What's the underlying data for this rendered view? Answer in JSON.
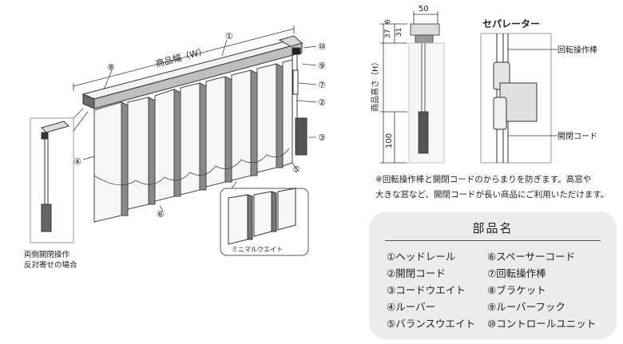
{
  "main_diagram": {
    "width_label": "商品幅（W）",
    "callouts": [
      "①",
      "④",
      "⑤",
      "⑥",
      "⑧",
      "⑨",
      "⑦",
      "②",
      "③",
      "⑩"
    ],
    "inset_label": "ミニマルウエイト",
    "side_caption_line1": "両側開閉操作",
    "side_caption_line2": "反対寄せの場合"
  },
  "dimension_diagram": {
    "top_width": "50",
    "dim_37": "37",
    "dim_6": "6",
    "dim_31": "31",
    "height_label": "商品高さ（H）",
    "dim_100": "100"
  },
  "separator_diagram": {
    "title": "セパレーター",
    "label_rod": "回転操作棒",
    "label_cord": "開閉コード"
  },
  "note": {
    "line1": "※回転操作棒と開閉コードのからまりを防ぎます。高窓や",
    "line2": "大きな窓など、開閉コードが長い商品にご利用いただけます。"
  },
  "parts": {
    "title": "部品名",
    "left": [
      "①ヘッドレール",
      "②開閉コード",
      "③コードウエイト",
      "④ルーバー",
      "⑤バランスウエイト"
    ],
    "right": [
      "⑥スペーサーコード",
      "⑦回転操作棒",
      "⑧ブラケット",
      "⑨ルーバーフック",
      "⑩コントロールユニット"
    ]
  }
}
